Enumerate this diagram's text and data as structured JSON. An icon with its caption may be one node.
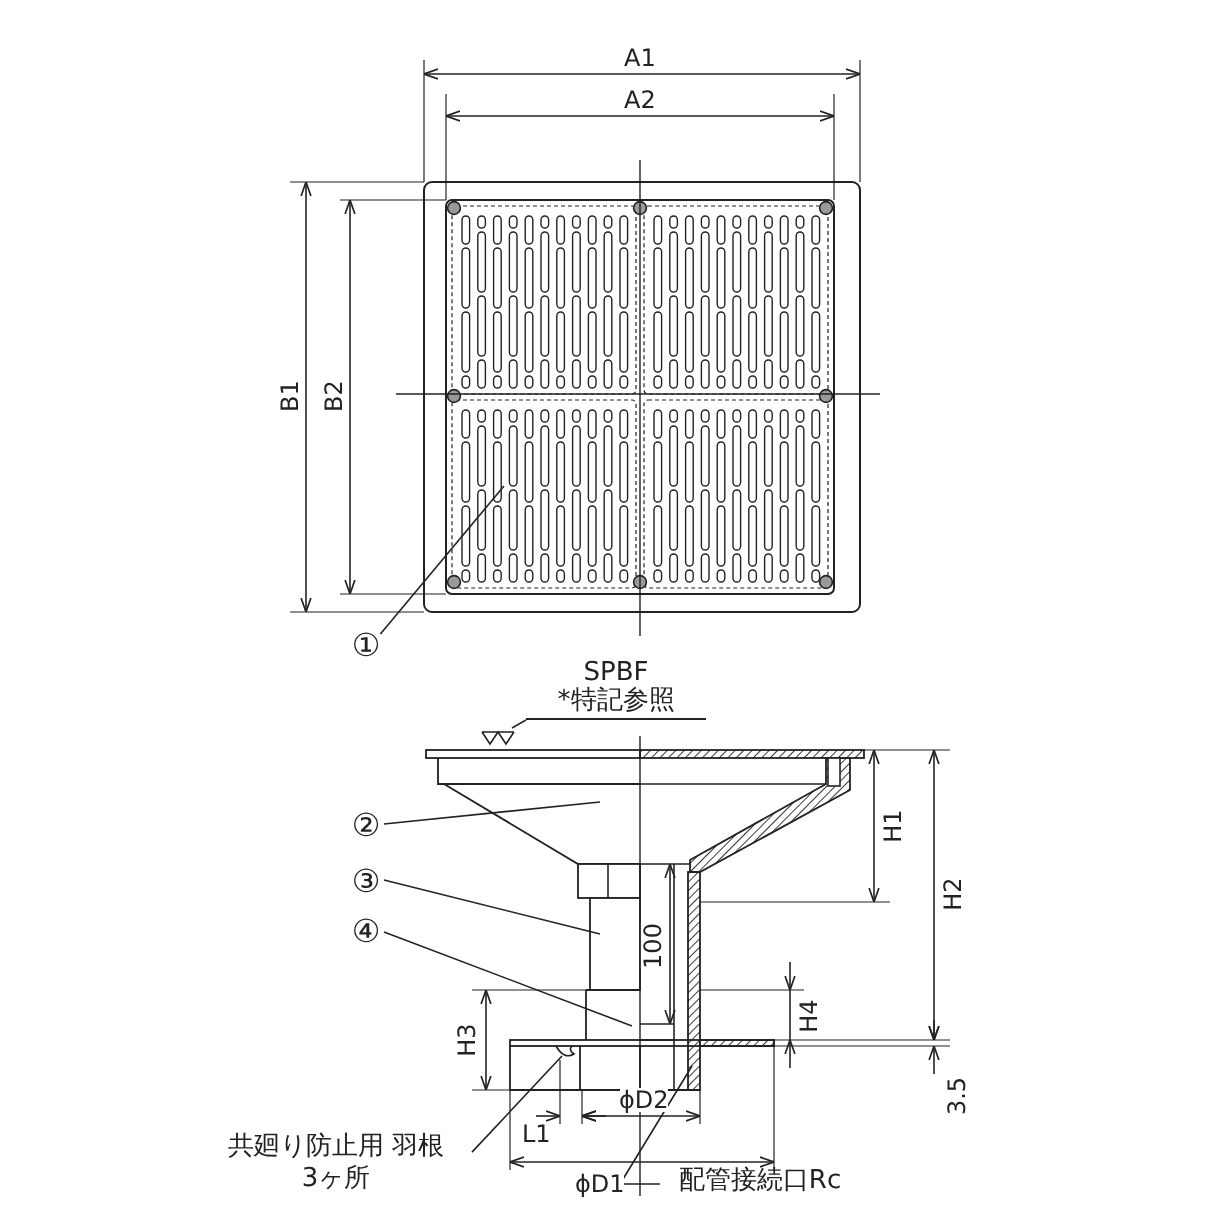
{
  "diagram": {
    "nodes": [
      {
        "text": [
          "①"
        ]
      },
      {
        "text": [
          "②"
        ]
      },
      {
        "text": [
          "③"
        ]
      },
      {
        "text": [
          "④"
        ]
      },
      {
        "text": [
          "SPBF",
          "*特記参照"
        ]
      },
      {
        "text": [
          "共廻り防止用 羽根3ヶ所"
        ]
      },
      {
        "text": [
          "配管接続口Rc"
        ]
      }
    ],
    "edges": [
      {
        "from": 0,
        "to": null,
        "arrow": "none"
      },
      {
        "from": 1,
        "to": null,
        "arrow": "none"
      },
      {
        "from": 2,
        "to": null,
        "arrow": "none"
      },
      {
        "from": 3,
        "to": null,
        "arrow": "none"
      },
      {
        "from": 4,
        "to": null,
        "arrow": "none"
      },
      {
        "from": 5,
        "to": null,
        "arrow": "none"
      },
      {
        "from": 6,
        "to": null,
        "arrow": "none"
      }
    ],
    "labels": [
      "A1",
      "A2",
      "B1",
      "B2",
      "H1",
      "H2",
      "100",
      "H4",
      "H3",
      "3.5",
      "L1",
      "ϕD2",
      "ϕD1"
    ]
  }
}
